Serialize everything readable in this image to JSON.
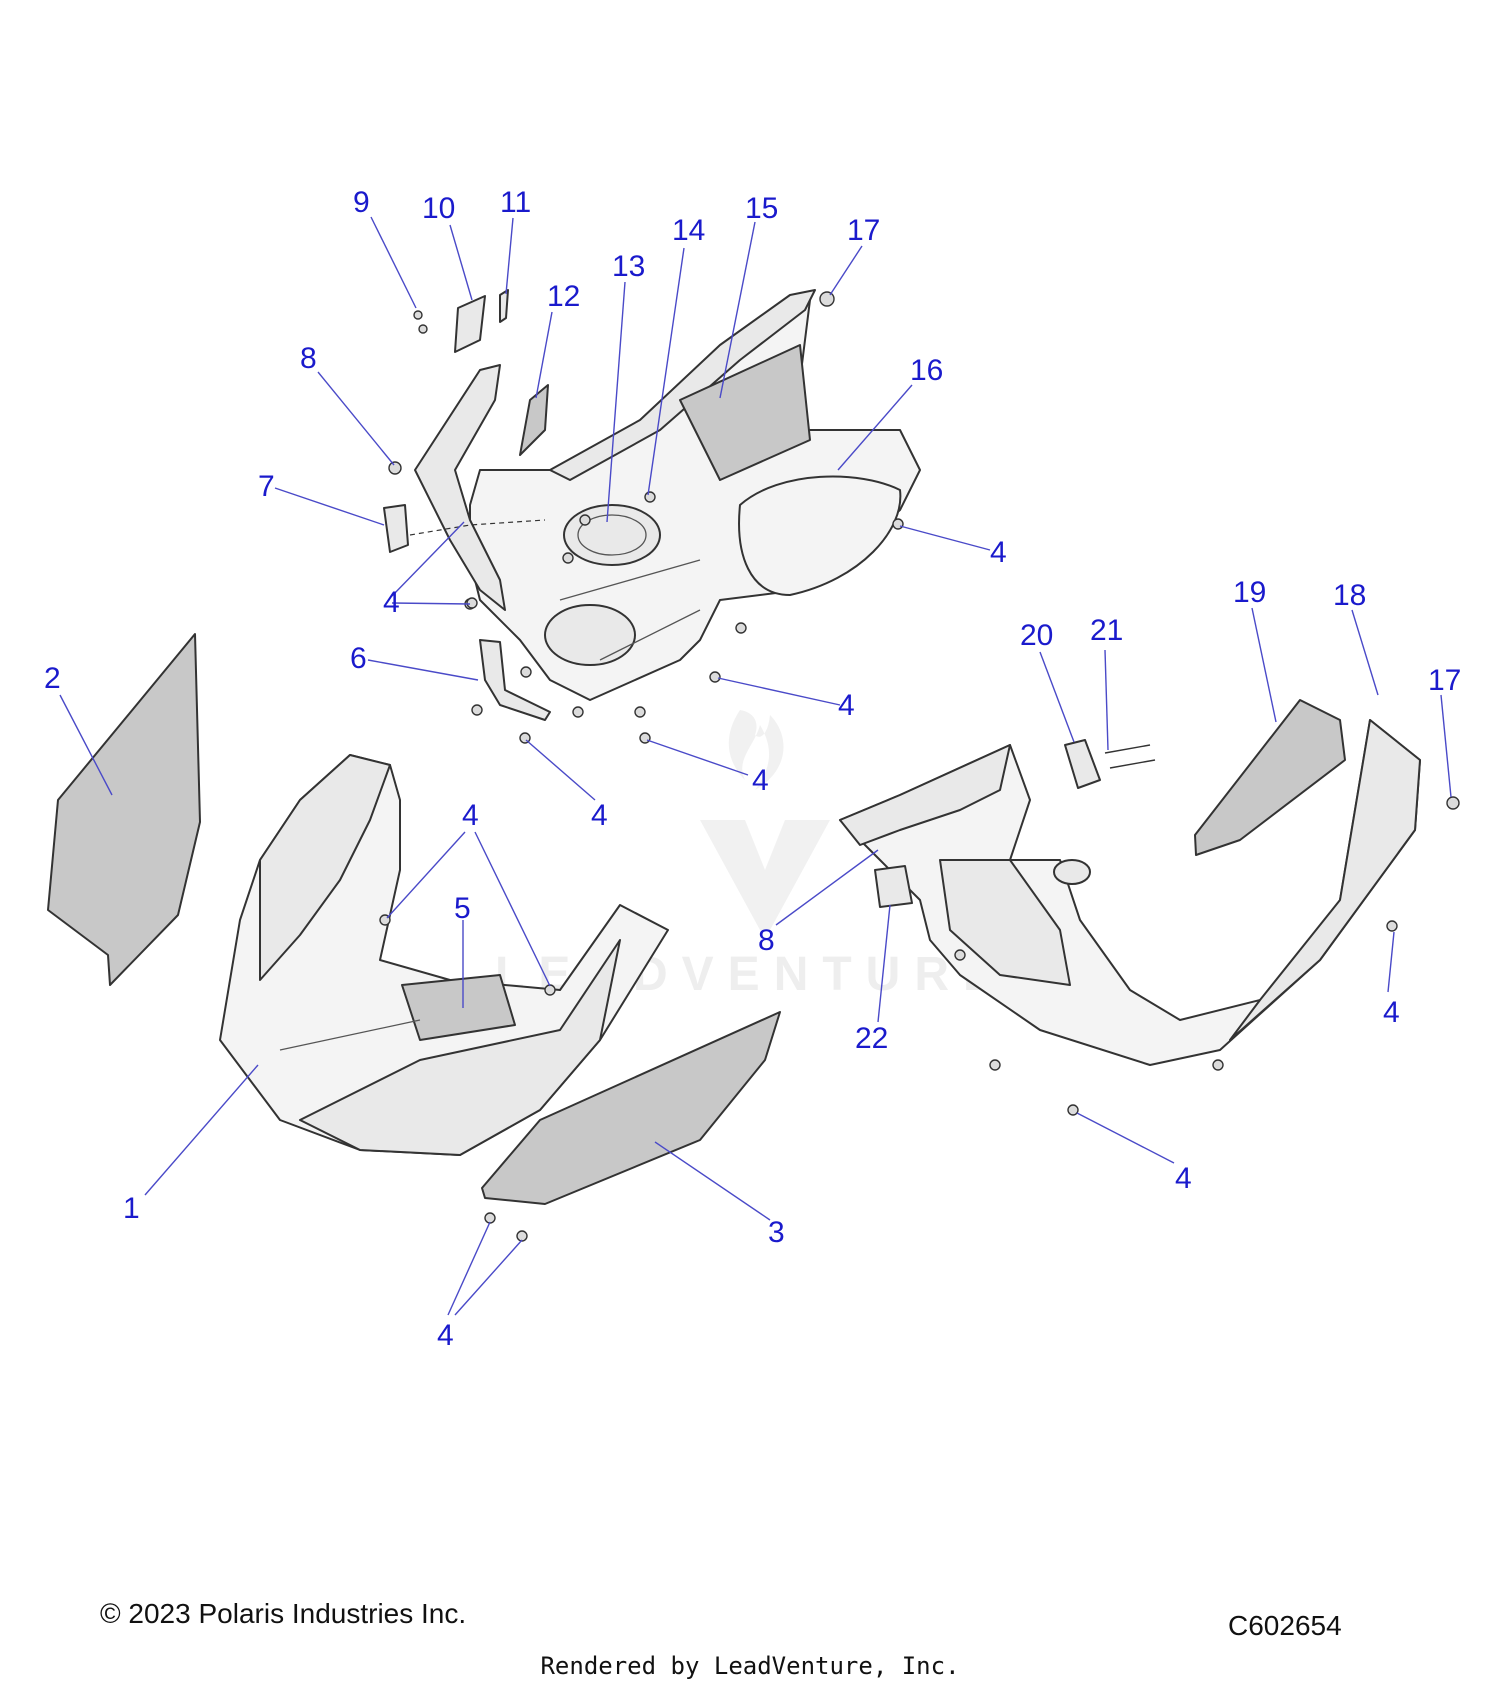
{
  "diagram": {
    "callouts": {
      "c1": "1",
      "c2": "2",
      "c3": "3",
      "c4": "4",
      "c5": "5",
      "c6": "6",
      "c7": "7",
      "c8": "8",
      "c9": "9",
      "c10": "10",
      "c11": "11",
      "c12": "12",
      "c13": "13",
      "c14": "14",
      "c15": "15",
      "c16": "16",
      "c17": "17",
      "c18": "18",
      "c19": "19",
      "c20": "20",
      "c21": "21",
      "c22": "22"
    },
    "watermark_text": "LEADVENTURE"
  },
  "footer": {
    "copyright": "© 2023 Polaris Industries Inc.",
    "diagram_code": "C602654",
    "render_credit": "Rendered by LeadVenture, Inc."
  },
  "colors": {
    "callout": "#1a1acc",
    "leader": "#4a4ac8",
    "part_fill": "#e9e9e9",
    "outline": "#333333"
  }
}
